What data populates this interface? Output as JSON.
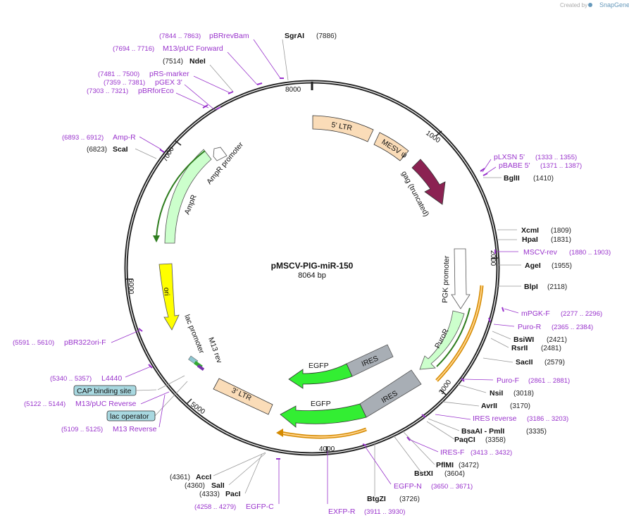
{
  "brand": {
    "created_by": "Created by",
    "name": "SnapGene"
  },
  "plasmid": {
    "name": "pMSCV-PIG-miR-150",
    "size": "8064 bp"
  },
  "colors": {
    "backbone": "#222222",
    "primer": "#9933cc",
    "ltr": "#fadcb8",
    "mesv": "#fadcb8",
    "gag": "#8b2252",
    "pgk": "#ffffff",
    "puro": "#ccffcc",
    "puro_orf": "#ff9900",
    "ires": "#a8aeb5",
    "egfp": "#33ee33",
    "ori": "#ffff00",
    "ampr": "#ccffcc",
    "site_box": "#a8d8e0"
  },
  "ticks": [
    "1000",
    "2000",
    "3000",
    "4000",
    "5000",
    "6000",
    "7000",
    "8000"
  ],
  "features": {
    "ltr5": "5' LTR",
    "mesv": "MESV ψ",
    "gag": "gag (truncated)",
    "pgk": "PGK promoter",
    "puro": "PuroR",
    "ires1": "IRES",
    "egfp1": "EGFP",
    "ires2": "IRES",
    "egfp2": "EGFP",
    "ltr3": "3' LTR",
    "lac": "lac promoter",
    "m13rev": "M13 rev",
    "ori": "ori",
    "ampr": "AmpR",
    "amprprom": "AmpR promoter"
  },
  "sites": [
    {
      "name": "SgrAI",
      "pos": "(7886)"
    },
    {
      "name": "NdeI",
      "pos": "(7514)"
    },
    {
      "name": "ScaI",
      "pos": "(6823)"
    },
    {
      "name": "BglII",
      "pos": "(1410)"
    },
    {
      "name": "XcmI",
      "pos": "(1809)"
    },
    {
      "name": "HpaI",
      "pos": "(1831)"
    },
    {
      "name": "AgeI",
      "pos": "(1955)"
    },
    {
      "name": "BlpI",
      "pos": "(2118)"
    },
    {
      "name": "BsiWI",
      "pos": "(2421)"
    },
    {
      "name": "RsrII",
      "pos": "(2481)"
    },
    {
      "name": "SacII",
      "pos": "(2579)"
    },
    {
      "name": "NsiI",
      "pos": "(3018)"
    },
    {
      "name": "AvrII",
      "pos": "(3170)"
    },
    {
      "name": "BsaAI - PmlI",
      "pos": "(3335)"
    },
    {
      "name": "PaqCI",
      "pos": "(3358)"
    },
    {
      "name": "PflMI",
      "pos": "(3472)"
    },
    {
      "name": "BstXI",
      "pos": "(3604)"
    },
    {
      "name": "BtgZI",
      "pos": "(3726)"
    },
    {
      "name": "AccI",
      "pos": "(4361)"
    },
    {
      "name": "SalI",
      "pos": "(4360)"
    },
    {
      "name": "PacI",
      "pos": "(4333)"
    }
  ],
  "primers": [
    {
      "name": "pBRrevBam",
      "pos": "(7844 .. 7863)"
    },
    {
      "name": "M13/pUC Forward",
      "pos": "(7694 .. 7716)"
    },
    {
      "name": "pRS-marker",
      "pos": "(7481 .. 7500)"
    },
    {
      "name": "pGEX 3'",
      "pos": "(7359 .. 7381)"
    },
    {
      "name": "pBRforEco",
      "pos": "(7303 .. 7321)"
    },
    {
      "name": "Amp-R",
      "pos": "(6893 .. 6912)"
    },
    {
      "name": "pLXSN 5'",
      "pos": "(1333 .. 1355)"
    },
    {
      "name": "pBABE 5'",
      "pos": "(1371 .. 1387)"
    },
    {
      "name": "MSCV-rev",
      "pos": "(1880 .. 1903)"
    },
    {
      "name": "mPGK-F",
      "pos": "(2277 .. 2296)"
    },
    {
      "name": "Puro-R",
      "pos": "(2365 .. 2384)"
    },
    {
      "name": "Puro-F",
      "pos": "(2861 .. 2881)"
    },
    {
      "name": "IRES reverse",
      "pos": "(3186 .. 3203)"
    },
    {
      "name": "IRES-F",
      "pos": "(3413 .. 3432)"
    },
    {
      "name": "EGFP-N",
      "pos": "(3650 .. 3671)"
    },
    {
      "name": "EXFP-R",
      "pos": "(3911 .. 3930)"
    },
    {
      "name": "EGFP-C",
      "pos": "(4258 .. 4279)"
    },
    {
      "name": "pBR322ori-F",
      "pos": "(5591 .. 5610)"
    },
    {
      "name": "L4440",
      "pos": "(5340 .. 5357)"
    },
    {
      "name": "M13/pUC Reverse",
      "pos": "(5122 .. 5144)"
    },
    {
      "name": "M13 Reverse",
      "pos": "(5109 .. 5125)"
    }
  ],
  "boxed_sites": [
    "CAP binding site",
    "lac operator"
  ]
}
